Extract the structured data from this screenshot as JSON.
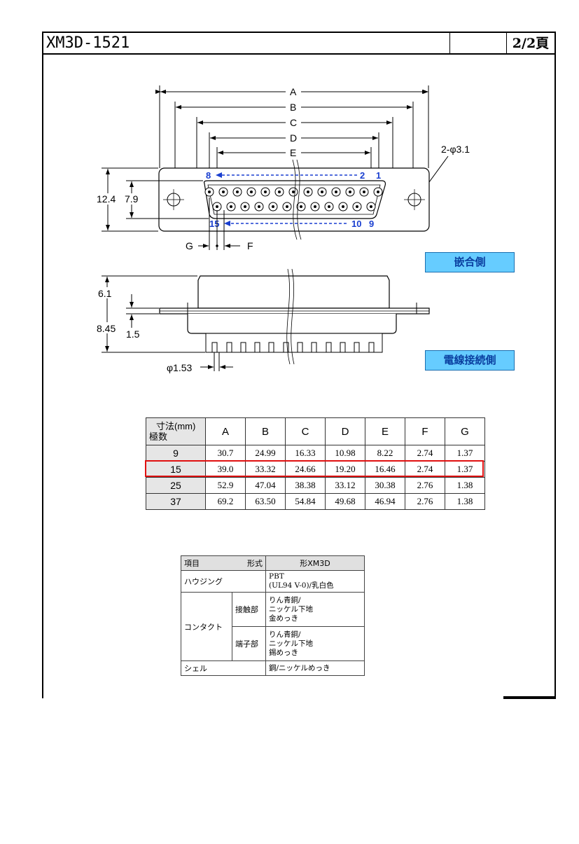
{
  "header": {
    "title": "XM3D-1521",
    "page": "2/2頁"
  },
  "drawing": {
    "dims": {
      "a": "A",
      "b": "B",
      "c": "C",
      "d": "D",
      "e": "E",
      "f": "F",
      "g": "G",
      "holes": "2-φ3.1",
      "h124": "12.4",
      "h79": "7.9",
      "h61": "6.1",
      "h845": "8.45",
      "h15": "1.5",
      "pin": "φ1.53"
    },
    "pins": {
      "p8": "8",
      "p2": "2",
      "p1": "1",
      "p15": "15",
      "p10": "10",
      "p9": "9"
    },
    "labels": {
      "mating_side": "嵌合側",
      "wire_side": "電線接続側"
    }
  },
  "dim_table": {
    "corner_top": "寸法(mm)",
    "corner_bottom": "極数",
    "columns": [
      "A",
      "B",
      "C",
      "D",
      "E",
      "F",
      "G"
    ],
    "rows": [
      {
        "pole": "9",
        "values": [
          "30.7",
          "24.99",
          "16.33",
          "10.98",
          "8.22",
          "2.74",
          "1.37"
        ]
      },
      {
        "pole": "15",
        "values": [
          "39.0",
          "33.32",
          "24.66",
          "19.20",
          "16.46",
          "2.74",
          "1.37"
        ]
      },
      {
        "pole": "25",
        "values": [
          "52.9",
          "47.04",
          "38.38",
          "33.12",
          "30.38",
          "2.76",
          "1.38"
        ]
      },
      {
        "pole": "37",
        "values": [
          "69.2",
          "63.50",
          "54.84",
          "49.68",
          "46.94",
          "2.76",
          "1.38"
        ]
      }
    ],
    "highlight_color": "#e01010"
  },
  "material_table": {
    "head_item": "項目",
    "head_type": "形式",
    "head_model": "形XM3D",
    "housing_label": "ハウジング",
    "housing_value_1": "PBT",
    "housing_value_2": "(UL94 V-0)/乳白色",
    "contact_label": "コンタクト",
    "contact_part": "接触部",
    "contact_part_v1": "りん青銅/",
    "contact_part_v2": "ニッケル下地",
    "contact_part_v3": "金めっき",
    "terminal_part": "端子部",
    "terminal_v1": "りん青銅/",
    "terminal_v2": "ニッケル下地",
    "terminal_v3": "錫めっき",
    "shell_label": "シェル",
    "shell_value": "鋼/ニッケルめっき"
  },
  "colors": {
    "badge_bg": "#66ccff",
    "badge_text": "#0a3fa0",
    "pin_arrow": "#1a3fd0"
  }
}
